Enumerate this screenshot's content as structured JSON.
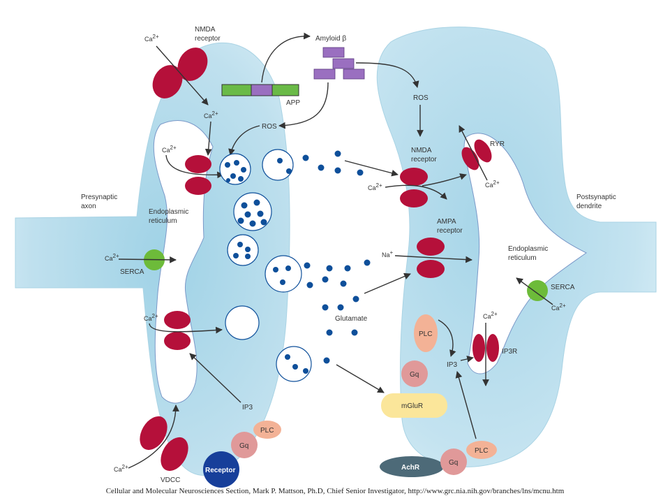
{
  "colors": {
    "cell_fill": "#cfe8f3",
    "cell_dark": "#8cc8df",
    "receptor_red": "#b5103a",
    "vesicle_dot": "#0e4f9a",
    "serca_green": "#6dbb3a",
    "amyloid_purple": "#9a6fc0",
    "app_green": "#6aba47",
    "plc_peach": "#f3b296",
    "gq_pink": "#e09999",
    "mglur_yellow": "#fbe69a",
    "achr_slate": "#4d6a78",
    "receptor_blue": "#173f9a"
  },
  "labels": {
    "ca": "Ca",
    "ca_sup": "2+",
    "na": "Na",
    "na_sup": "+",
    "nmda_pre_line1": "NMDA",
    "nmda_pre_line2": "receptor",
    "amyloid": "Amyloid β",
    "app": "APP",
    "ros_pre": "ROS",
    "ros_post": "ROS",
    "nmda_post_line1": "NMDA",
    "nmda_post_line2": "receptor",
    "ryr": "RYR",
    "presynaptic_line1": "Presynaptic",
    "presynaptic_line2": "axon",
    "er_pre_line1": "Endoplasmic",
    "er_pre_line2": "reticulum",
    "serca_pre": "SERCA",
    "postsynaptic_line1": "Postsynaptic",
    "postsynaptic_line2": "dendrite",
    "ampa_line1": "AMPA",
    "ampa_line2": "receptor",
    "er_post_line1": "Endoplasmic",
    "er_post_line2": "reticulum",
    "serca_post": "SERCA",
    "glutamate": "Glutamate",
    "plc_post": "PLC",
    "ip3_post": "IP3",
    "ip3r": "IP3R",
    "gq_post": "Gq",
    "mglur": "mGluR",
    "ip3_pre": "IP3",
    "plc_pre": "PLC",
    "gq_pre": "Gq",
    "vdcc": "VDCC",
    "receptor": "Receptor",
    "achr": "AchR",
    "gq_achr": "Gq",
    "plc_achr": "PLC"
  },
  "caption": "Cellular and Molecular Neurosciences Section, Mark P. Mattson, Ph.D, Chief Senior Investigator, http://www.grc.nia.nih.gov/branches/lns/mcnu.htm"
}
